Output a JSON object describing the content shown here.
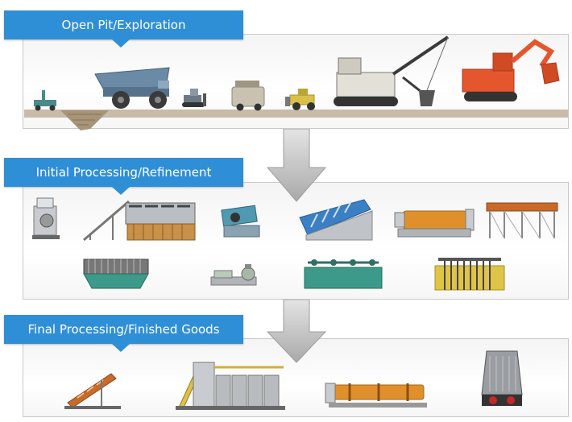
{
  "stages": [
    {
      "title": "Open Pit/Exploration"
    },
    {
      "title": "Initial Processing/Refinement"
    },
    {
      "title": "Final Processing/Finished Goods"
    }
  ],
  "colors": {
    "banner": "#2f8fd6",
    "truck": "#6b8aa6",
    "excavator_orange": "#e4572e",
    "dozer_yellow": "#d9c04a",
    "blue_machine": "#3b7fc4",
    "teal_machine": "#3d9a8a",
    "orange_drum": "#e0902a",
    "ground": "#b9ab96"
  }
}
